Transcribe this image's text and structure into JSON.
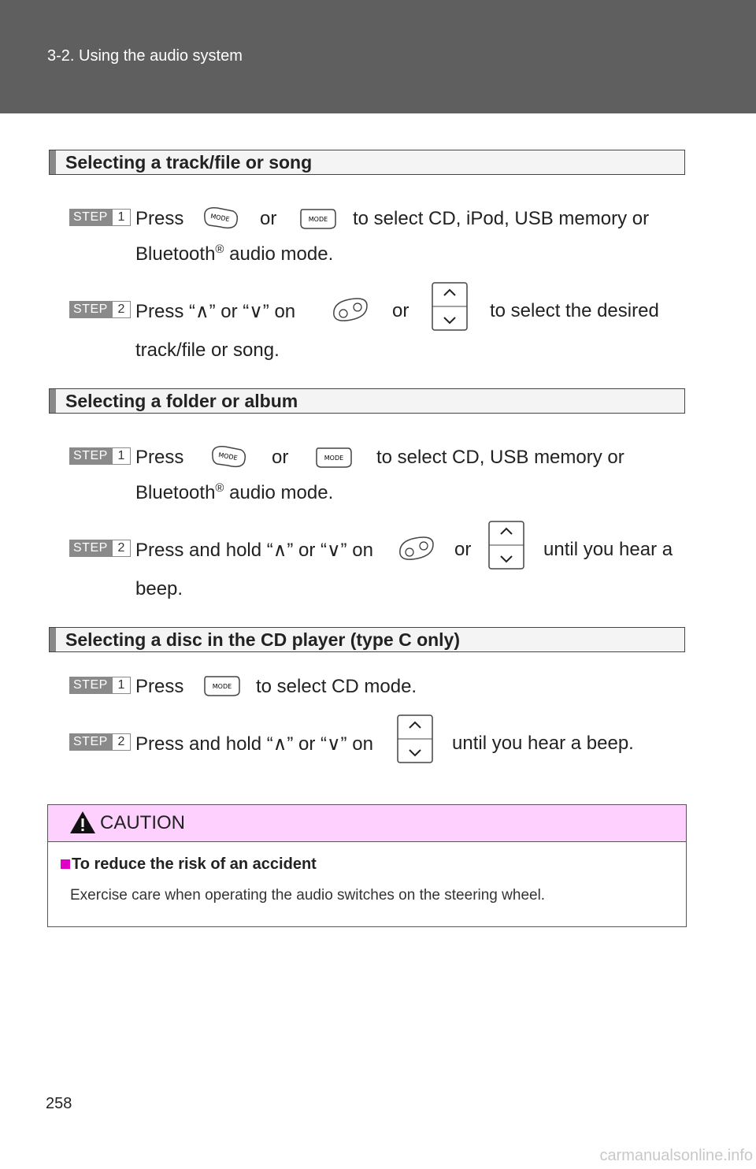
{
  "header": {
    "breadcrumb": "3-2. Using the audio system"
  },
  "sections": [
    {
      "title": "Selecting a track/file or song",
      "step1": {
        "label": "STEP",
        "num": "1",
        "press": "Press",
        "or": "or",
        "tail": "to select CD, iPod, USB memory or",
        "line2a": "Bluetooth",
        "reg": "®",
        "line2b": " audio mode."
      },
      "step2": {
        "label": "STEP",
        "num": "2",
        "lead": "Press “∧” or “∨” on",
        "or": "or",
        "tail": "to select the desired",
        "line2": "track/file or song."
      }
    },
    {
      "title": "Selecting a folder or album",
      "step1": {
        "label": "STEP",
        "num": "1",
        "press": "Press",
        "or": "or",
        "tail": "to select CD, USB memory or",
        "line2a": "Bluetooth",
        "reg": "®",
        "line2b": " audio mode."
      },
      "step2": {
        "label": "STEP",
        "num": "2",
        "lead": "Press and hold “∧” or “∨” on",
        "or": "or",
        "tail": "until you hear a",
        "line2": "beep."
      }
    },
    {
      "title": "Selecting a disc in the CD player (type C only)",
      "step1": {
        "label": "STEP",
        "num": "1",
        "press": "Press",
        "tail": "to select CD mode."
      },
      "step2": {
        "label": "STEP",
        "num": "2",
        "lead": "Press and hold “∧” or “∨” on",
        "tail": "until you hear a beep."
      }
    }
  ],
  "icons": {
    "mode_button_text": "MODE",
    "warning": "warning-triangle-icon",
    "plus_minus": "seek-button-icon",
    "rocker": "up-down-rocker-icon"
  },
  "caution": {
    "title": "CAUTION",
    "subtitle": "To reduce the risk of an accident",
    "body": "Exercise care when operating the audio switches on the steering wheel."
  },
  "page_number": "258",
  "watermark": "carmanualsonline.info",
  "colors": {
    "header_bg": "#5f5f5f",
    "caution_bg": "#fdd0fd",
    "caution_bullet": "#e000c8",
    "step_bg": "#8a8a8a"
  }
}
